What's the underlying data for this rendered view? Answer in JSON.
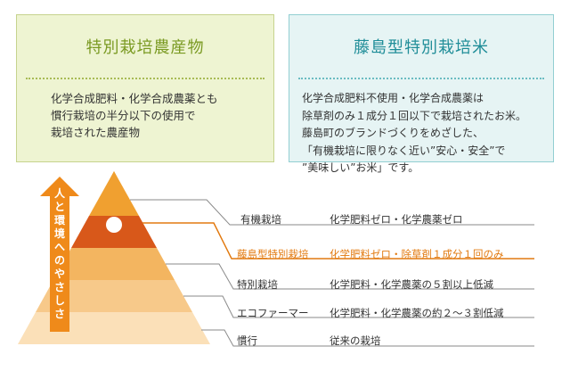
{
  "left_card": {
    "title": "特別栽培農産物",
    "lines": [
      "化学合成肥料・化学合成農薬とも",
      "慣行栽培の半分以下の使用で",
      "栽培された農産物"
    ]
  },
  "right_card": {
    "title": "藤島型特別栽培米",
    "lines": [
      "化学合成肥料不使用・化学合成農薬は",
      "除草剤のみ１成分１回以下で栽培されたお米。",
      "藤島町のブランドづくりをめざした、",
      "「有機栽培に限りなく近い”安心・安全”で",
      "”美味しい”お米」です。"
    ]
  },
  "arrow_text": [
    "人",
    "と",
    "環",
    "境",
    "へ",
    "の",
    "や",
    "さ",
    "し",
    "さ"
  ],
  "tiers": [
    {
      "label": "有機栽培",
      "desc": "化学肥料ゼロ・化学農薬ゼロ",
      "highlight": false
    },
    {
      "label": "藤島型特別栽培",
      "desc": "化学肥料ゼロ・除草剤１成分１回のみ",
      "highlight": true
    },
    {
      "label": "特別栽培",
      "desc": "化学肥料・化学農薬の５割以上低減",
      "highlight": false
    },
    {
      "label": "エコファーマー",
      "desc": "化学肥料・化学農薬の約２～３割低減",
      "highlight": false
    },
    {
      "label": "慣行",
      "desc": "従来の栽培",
      "highlight": false
    }
  ],
  "colors": {
    "highlight": "#e27a10",
    "tier1": "#f0a030",
    "tier2": "#d8581a",
    "tier3": "#f3b560",
    "tier4": "#f7c98a",
    "tier5": "#fbe0b8",
    "arrow": "#ef8a1a"
  }
}
